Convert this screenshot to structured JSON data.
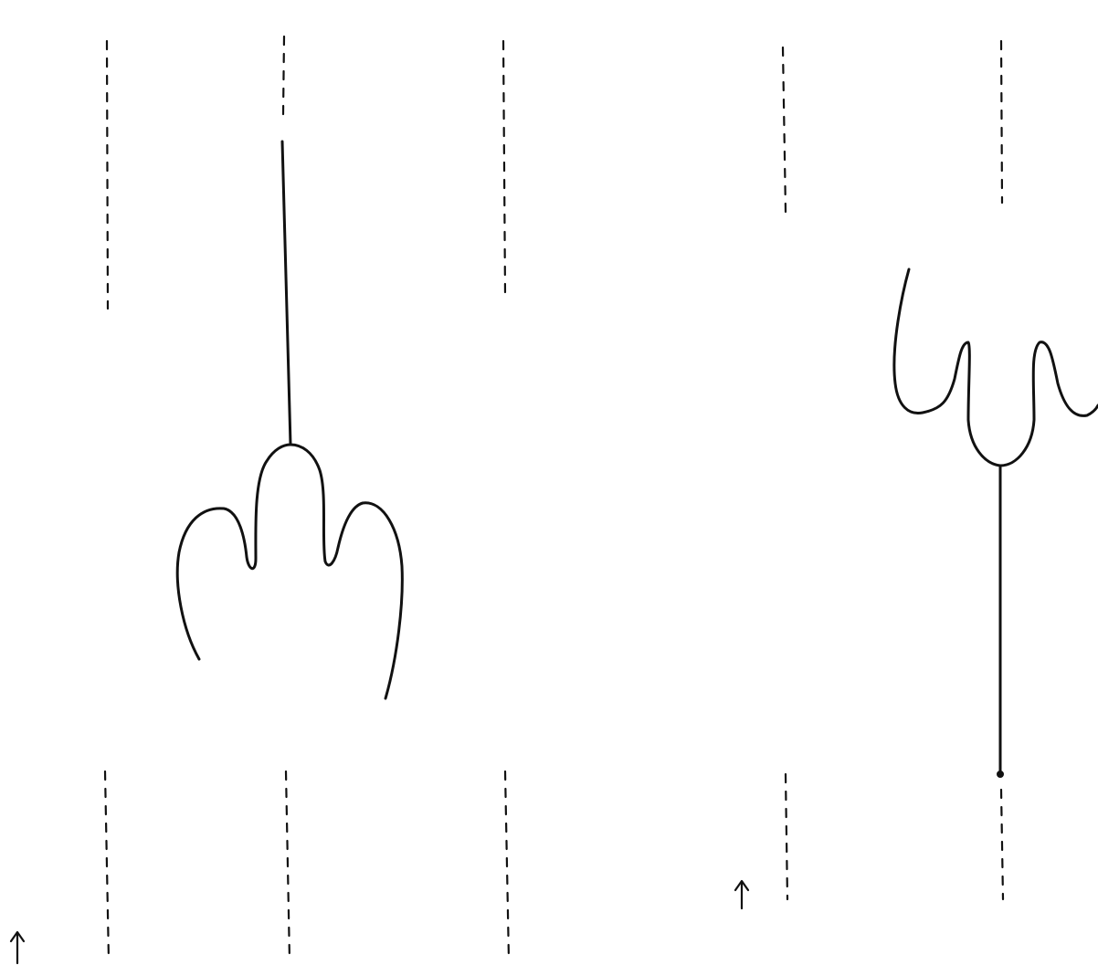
{
  "page": {
    "background": "#ffffff",
    "ink_color": "#111111"
  },
  "figure": {
    "description_kind": "hand-drawn line diagram",
    "dashed_lines_top_count": 5,
    "dashed_lines_bottom_count": 5,
    "left_shape_icon": "three-lobed-bulb-icon",
    "right_shape_icon": "trident-fork-icon",
    "arrow_icon": "up-arrow-icon"
  }
}
